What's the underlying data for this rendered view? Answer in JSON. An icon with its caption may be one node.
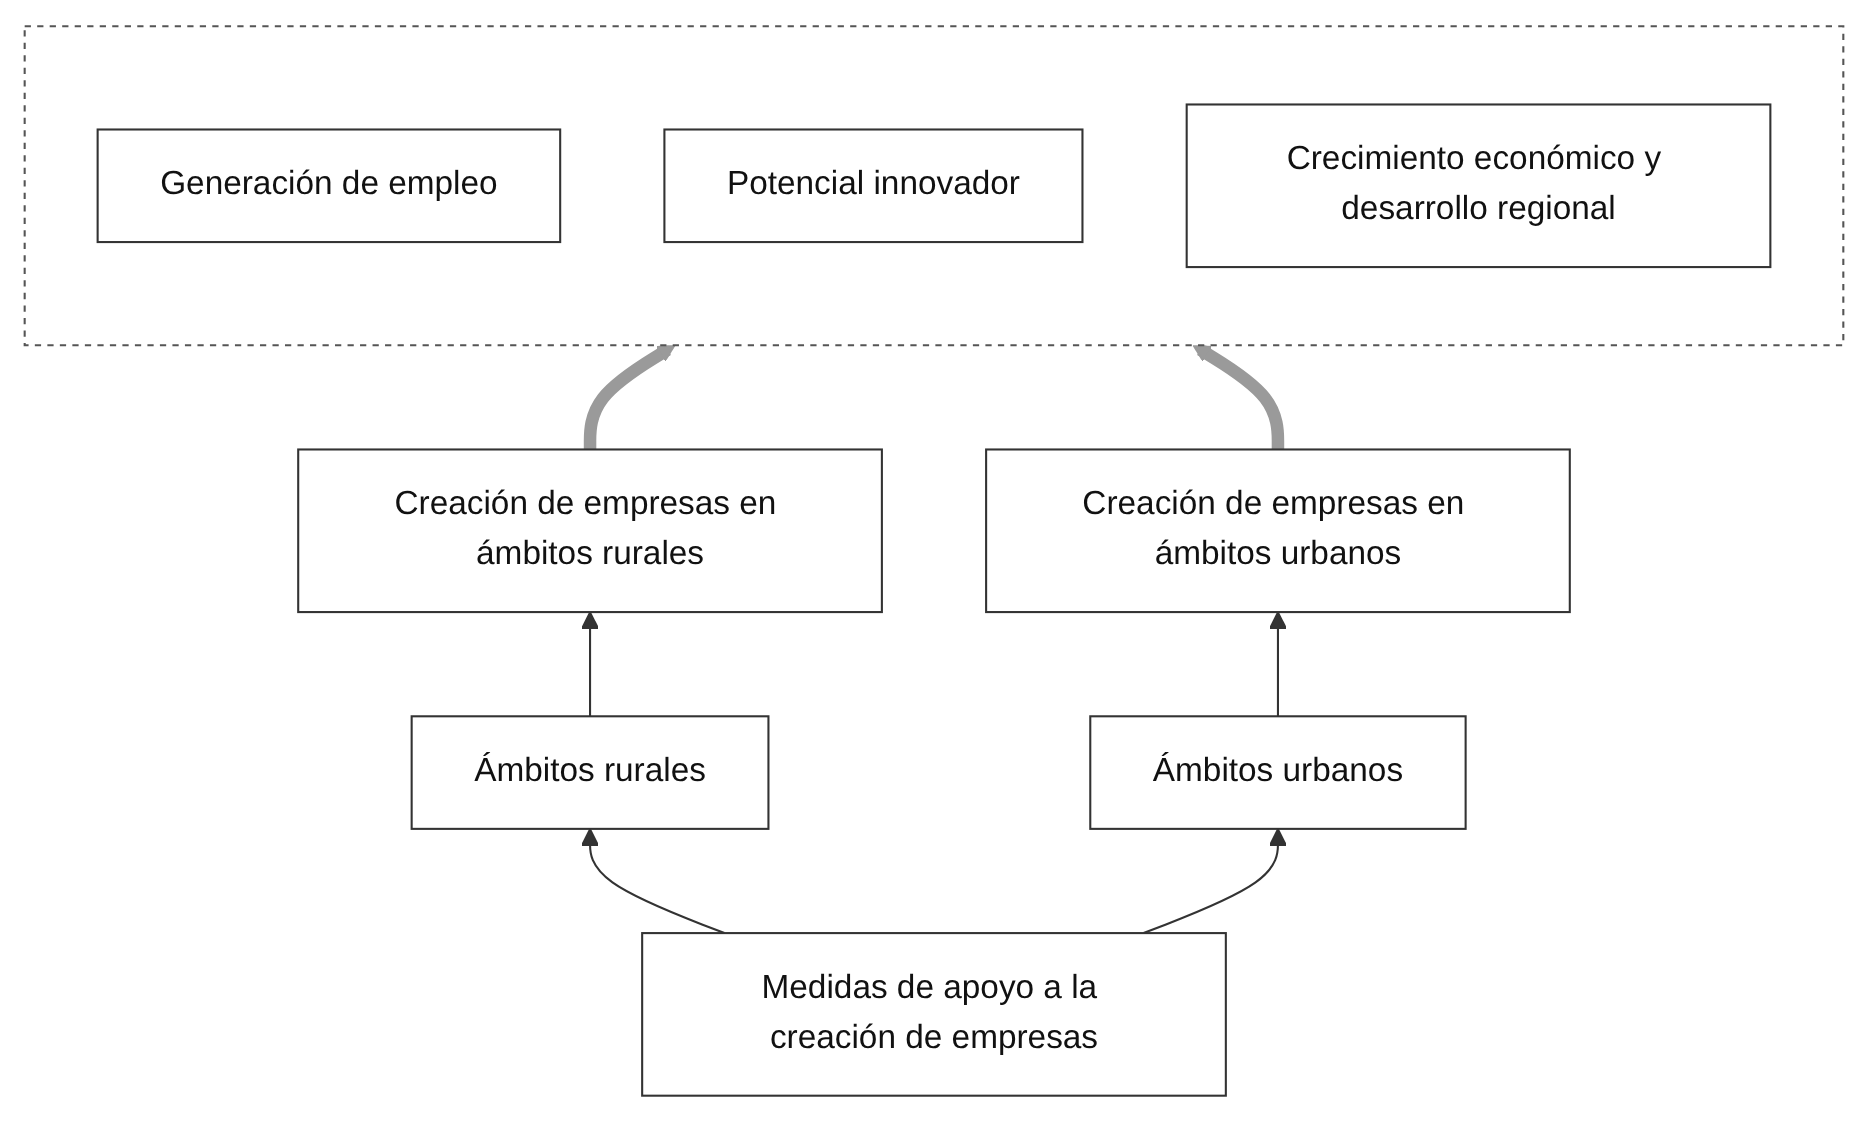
{
  "diagram": {
    "nodes": [
      {
        "text": [],
        "shape": "box"
      },
      {
        "text": [
          "Generación de empleo"
        ],
        "in": 0
      },
      {
        "text": [
          "Potencial innovador"
        ],
        "in": 0
      },
      {
        "text": [
          "Crecimiento económico y desarrollo regional"
        ],
        "in": 0
      },
      {
        "text": [
          "Creación de empresas en ámbitos rurales"
        ]
      },
      {
        "text": [
          "Creación de empresas en ámbitos urbanos"
        ]
      },
      {
        "text": [
          "Ámbitos rurales"
        ]
      },
      {
        "text": [
          "Ámbitos urbanos"
        ]
      },
      {
        "text": [
          "Medidas de apoyo a la creación de empresas"
        ]
      }
    ],
    "edges": [
      {
        "from": 8,
        "to": 6,
        "arrow": "to"
      },
      {
        "from": 8,
        "to": 7,
        "arrow": "to"
      },
      {
        "from": 6,
        "to": 4,
        "arrow": "to"
      },
      {
        "from": 7,
        "to": 5,
        "arrow": "to"
      },
      {
        "from": 4,
        "to": 0,
        "arrow": "to",
        "style": "thick",
        "color": "#9a9a9a"
      },
      {
        "from": 5,
        "to": 0,
        "arrow": "to",
        "style": "thick",
        "color": "#9a9a9a"
      }
    ]
  }
}
